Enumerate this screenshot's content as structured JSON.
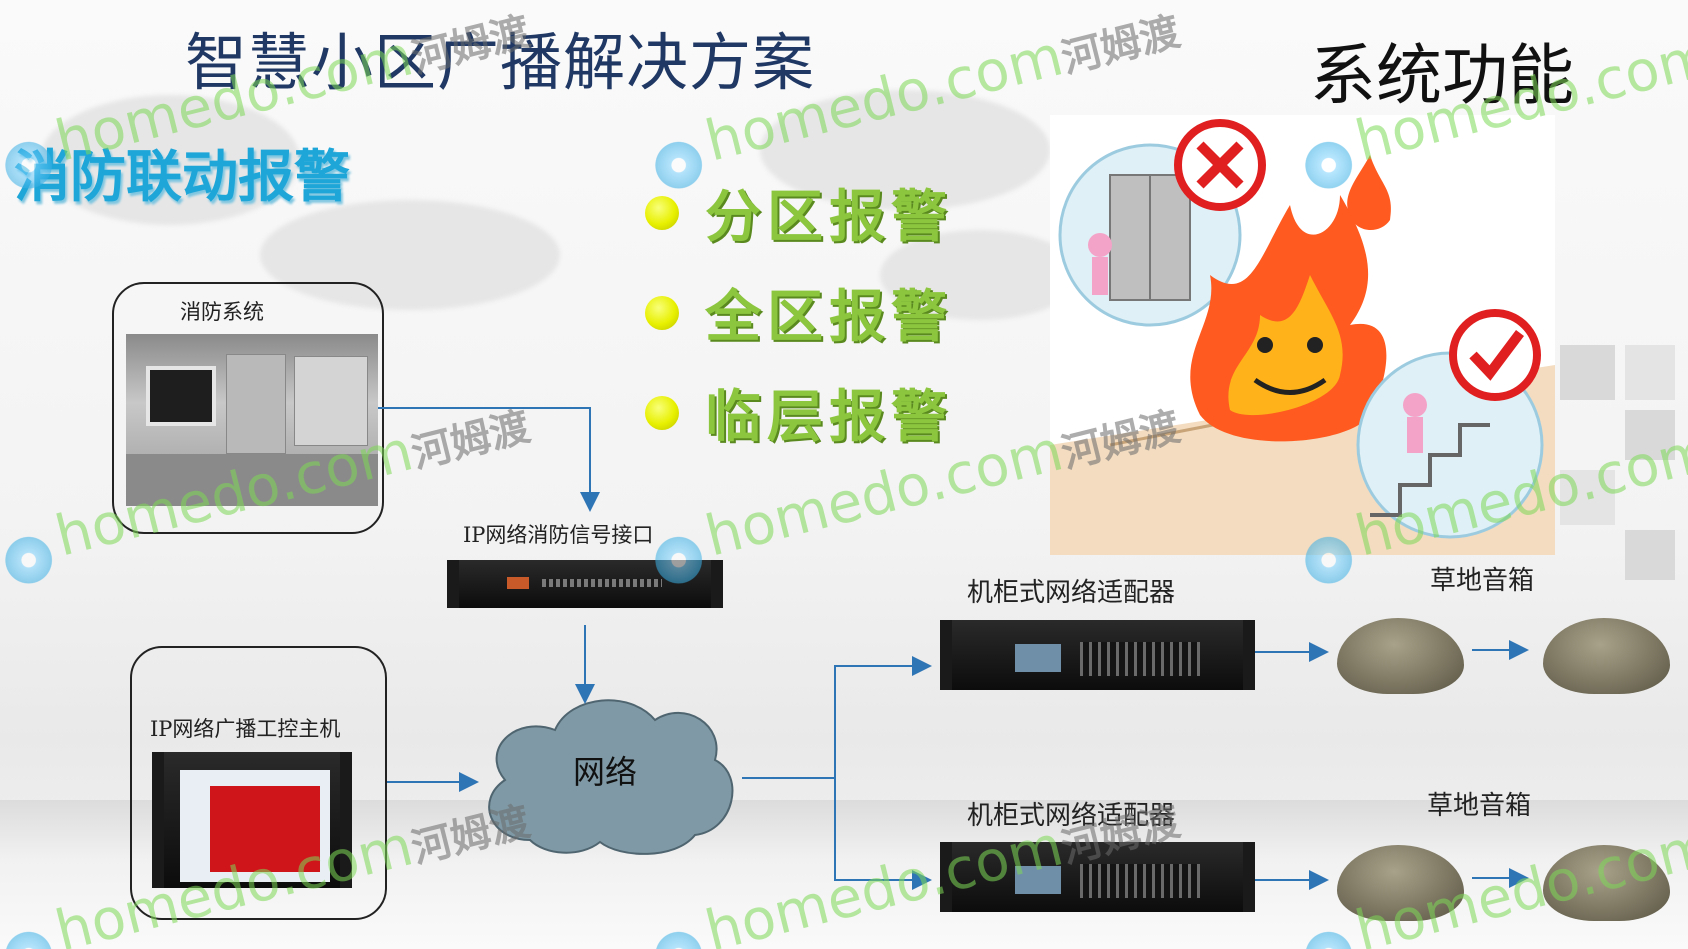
{
  "titles": {
    "main": "智慧小区广播解决方案",
    "system": "系统功能",
    "section": "消防联动报警"
  },
  "bullets": [
    {
      "text": "分区报警"
    },
    {
      "text": "全区报警"
    },
    {
      "text": "临层报警"
    }
  ],
  "nodes": {
    "fire_system": "消防系统",
    "ip_fire_interface": "IP网络消防信号接口",
    "ip_host": "IP网络广播工控主机",
    "network": "网络",
    "adapter_1": "机柜式网络适配器",
    "adapter_2": "机柜式网络适配器",
    "speaker_1": "草地音箱",
    "speaker_2": "草地音箱"
  },
  "watermark": {
    "home": "homedo.com",
    "cn": "河姆渡"
  },
  "colors": {
    "title": "#1f3864",
    "section": "#1ea6d8",
    "bullet_text": "#8cc63f",
    "bullet_dot": "#e8f000",
    "arrow": "#2e75b6",
    "cloud": "#7f9aa6"
  },
  "icons": {
    "forbidden_elevator": "red-x-icon",
    "allowed_stairs": "red-check-icon",
    "fire": "fire-icon"
  }
}
